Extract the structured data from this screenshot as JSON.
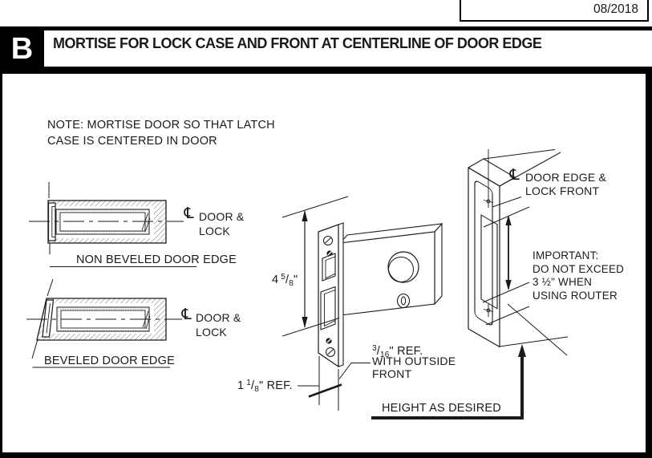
{
  "titlebar": {
    "date": "08/2018"
  },
  "header": {
    "section_letter": "B",
    "title": "MORTISE FOR LOCK CASE AND FRONT AT CENTERLINE OF DOOR EDGE"
  },
  "symbols": {
    "centerline": "℄",
    "fraction_slash": "/",
    "inch": "\""
  },
  "note": "NOTE: MORTISE DOOR SO THAT LATCH\nCASE IS CENTERED IN DOOR",
  "cross_sections": {
    "non_beveled": {
      "centerline_label": "DOOR &\nLOCK",
      "caption": "NON BEVELED DOOR EDGE"
    },
    "beveled": {
      "centerline_label": "DOOR &\nLOCK",
      "caption": "BEVELED DOOR EDGE"
    }
  },
  "lock_case": {
    "height_dim": {
      "whole": "4",
      "numerator": "5",
      "denominator": "8"
    },
    "front_width_dim": {
      "whole": "1",
      "numerator": "1",
      "denominator": "8",
      "suffix": " REF."
    },
    "front_thickness_dim": {
      "numerator": "3",
      "denominator": "16",
      "suffix": " REF.",
      "note": "WITH OUTSIDE\nFRONT"
    }
  },
  "door_edge": {
    "centerline_label": "DOOR EDGE &\nLOCK FRONT",
    "important_note": "IMPORTANT:\nDO NOT EXCEED\n3 ½\" WHEN\nUSING ROUTER",
    "height_label": "HEIGHT AS DESIRED"
  }
}
